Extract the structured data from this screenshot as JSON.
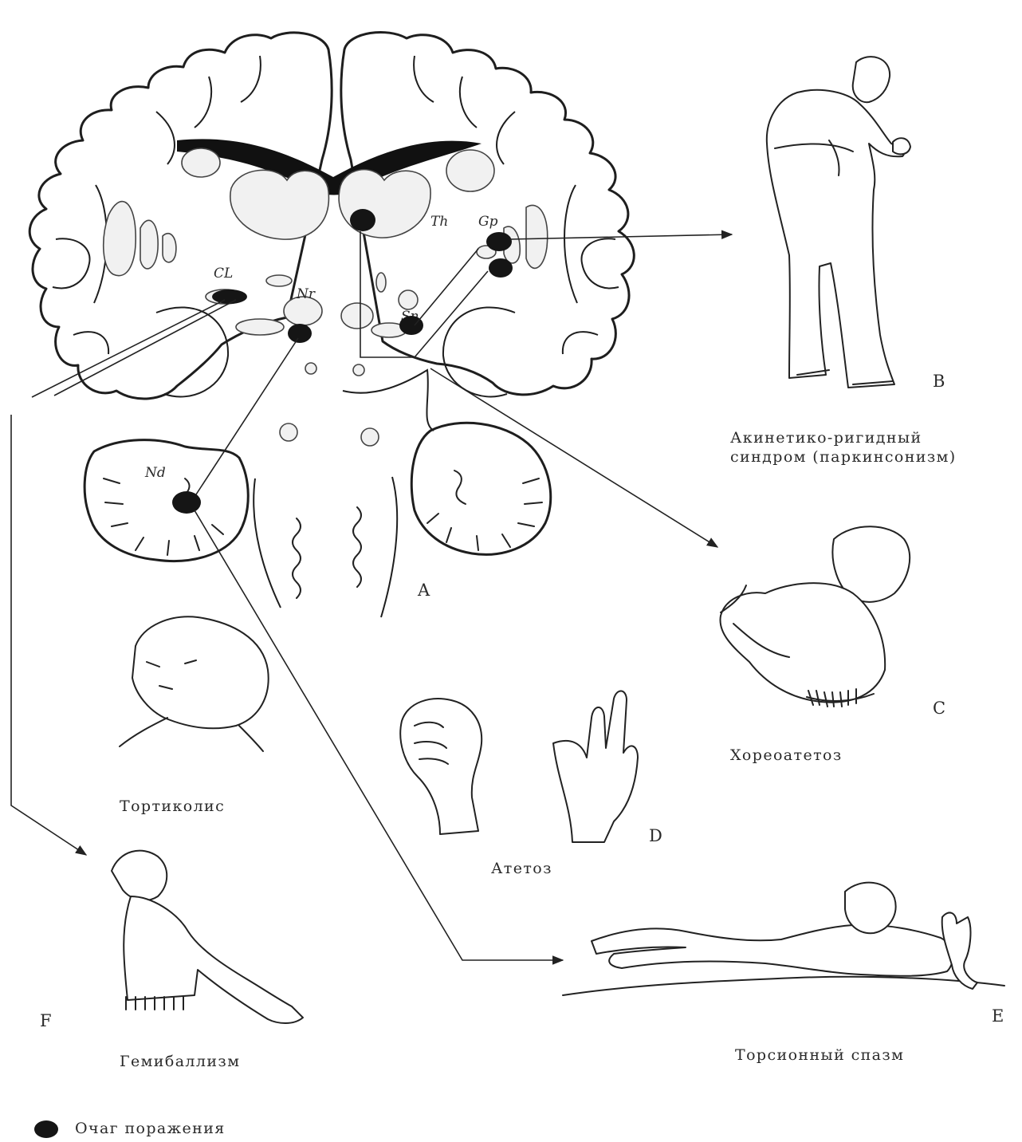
{
  "panel_letters": {
    "a": "A",
    "b": "B",
    "c": "C",
    "d": "D",
    "e": "E",
    "f": "F"
  },
  "structure_labels": {
    "th": "Th",
    "gp": "Gp",
    "cl": "CL",
    "nr": "Nr",
    "sn": "Sn",
    "nd": "Nd"
  },
  "captions": {
    "akinetic_line1": "Акинетико-ригидный",
    "akinetic_line2": "синдром (паркинсонизм)",
    "choreoathetosis": "Хореоатетоз",
    "torticollis": "Тортиколис",
    "athetosis": "Атетоз",
    "hemiballism": "Гемибаллизм",
    "torsion_spasm": "Торсионный спазм"
  },
  "legend": {
    "lesion_marker": "Очаг поражения"
  },
  "colors": {
    "ink": "#1e1e1e",
    "lesion": "#151515",
    "nucleus_fill": "#f1f1f1"
  }
}
